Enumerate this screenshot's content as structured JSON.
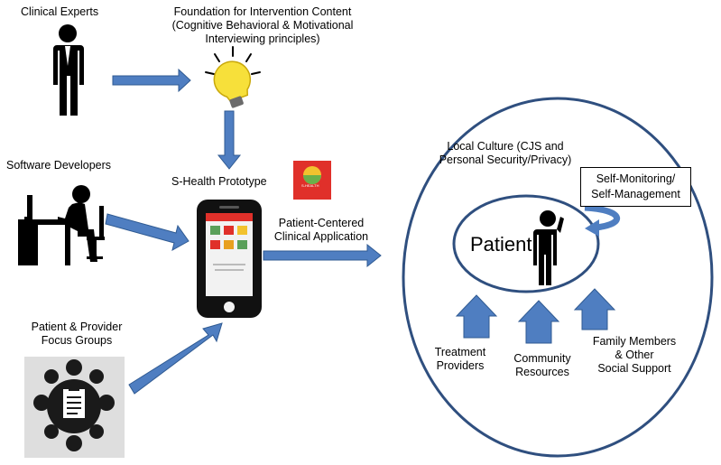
{
  "sources": {
    "clinical_experts": "Clinical Experts",
    "software_developers": "Software Developers",
    "focus_groups_line1": "Patient & Provider",
    "focus_groups_line2": "Focus Groups"
  },
  "foundation": {
    "line1": "Foundation for Intervention Content",
    "line2": "(Cognitive Behavioral & Motivational",
    "line3": "Interviewing principles)"
  },
  "prototype": {
    "label": "S-Health Prototype",
    "app_icon_text": "S-HEALTH"
  },
  "application": {
    "line1": "Patient-Centered",
    "line2": "Clinical Application"
  },
  "context": {
    "culture_line1": "Local Culture (CJS and",
    "culture_line2": "Personal Security/Privacy)",
    "self_line1": "Self-Monitoring/",
    "self_line2": "Self-Management",
    "patient": "Patient"
  },
  "supports": {
    "treatment_line1": "Treatment",
    "treatment_line2": "Providers",
    "community_line1": "Community",
    "community_line2": "Resources",
    "family_line1": "Family Members",
    "family_line2": "& Other",
    "family_line3": "Social Support"
  },
  "colors": {
    "arrow_fill": "#4f7ec1",
    "arrow_stroke": "#2f5a92",
    "app_red": "#e0302a",
    "bulb_yellow": "#f7e03a"
  }
}
